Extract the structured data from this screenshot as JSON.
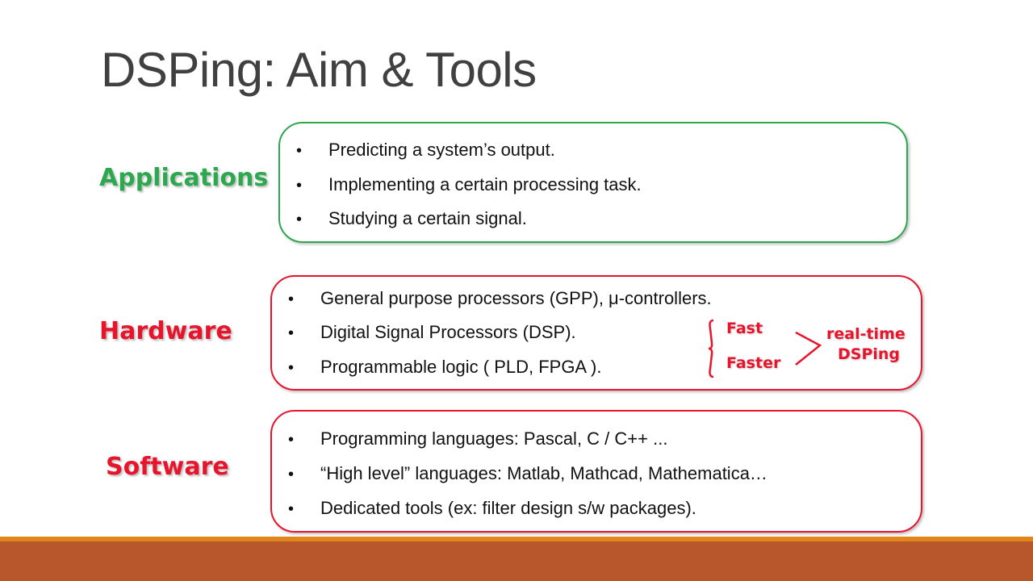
{
  "slide": {
    "title": "DSPing: Aim & Tools"
  },
  "colors": {
    "applications": "#2ea84f",
    "hardware": "#e8142c",
    "software": "#e8142c",
    "footer_bar": "#b9572c",
    "footer_line": "#e0861a",
    "title": "#404040"
  },
  "applications": {
    "label": "Applications",
    "items": [
      "Predicting a system’s output.",
      "Implementing a certain processing task.",
      "Studying a certain signal."
    ]
  },
  "hardware": {
    "label": "Hardware",
    "items": [
      "General purpose processors (GPP), μ-controllers.",
      "Digital Signal Processors (DSP).",
      "Programmable logic ( PLD, FPGA )."
    ],
    "note_fast": "Fast",
    "note_faster": "Faster",
    "note_realtime_1": "real-time",
    "note_realtime_2": "DSPing"
  },
  "software": {
    "label": "Software",
    "items": [
      "Programming languages: Pascal, C / C++ ...",
      "“High level” languages: Matlab, Mathcad, Mathematica…",
      "Dedicated tools (ex: filter design s/w packages)."
    ]
  },
  "bullet": "•"
}
